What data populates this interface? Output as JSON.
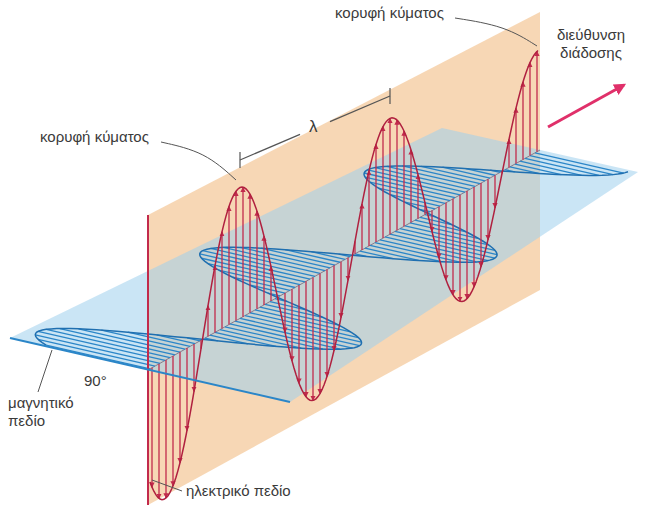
{
  "diagram": {
    "labels": [
      "κορυφή κύματος",
      "διεύθυνση διάδοσης",
      "κορυφή κύματος",
      "λ",
      "μαγνητικό πεδίο",
      "90°",
      "ηλεκτρικό πεδίο"
    ]
  }
}
